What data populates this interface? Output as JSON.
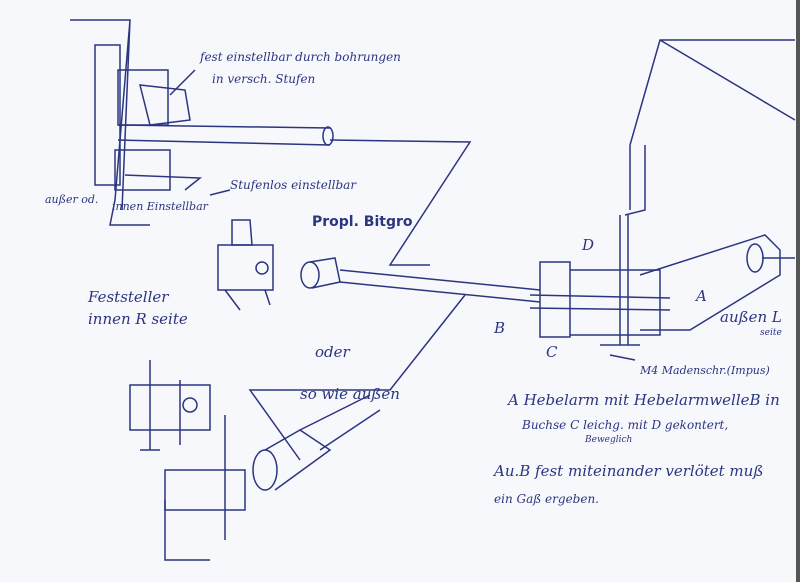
{
  "annotations": {
    "fest_line1": "fest einstellbar durch bohrungen",
    "fest_line2": "in versch. Stufen",
    "ausser_od": "außer od.",
    "innen_einstellbar": "innen Einstellbar",
    "stufenlos": "Stufenlos einstellbar",
    "propl": "Propl. Bitgro",
    "feststeller_line1": "Feststeller",
    "feststeller_line2": "innen R seite",
    "oder": "oder",
    "so_wie_aussen": "so wie außen",
    "label_d": "D",
    "label_a": "A",
    "label_b": "B",
    "label_c": "C",
    "aussen_l": "außen L",
    "seite": "seite",
    "m4": "M4 Madenschr.(Impus)",
    "desc_line1": "A Hebelarm mit HebelarmwelleB in",
    "desc_line2": "Buchse C leichg. mit D gekontert,",
    "desc_line2b": "Beweglich",
    "desc_line3": "Au.B fest miteinander verlötet muß",
    "desc_line4": "ein Gaß ergeben."
  },
  "colors": {
    "ink": "#2b3580",
    "paper": "#f7f8fc"
  }
}
